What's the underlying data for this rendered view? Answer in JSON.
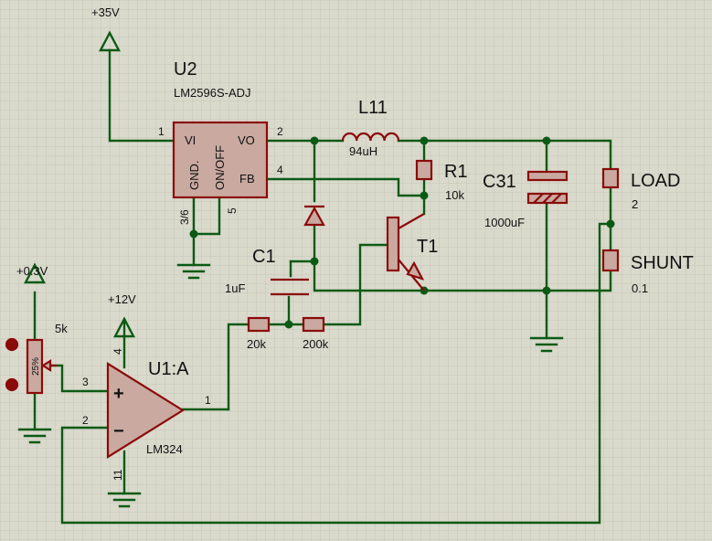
{
  "power": {
    "v35": "+35V",
    "v12": "+12V",
    "v03": "+0.3V"
  },
  "u2": {
    "ref": "U2",
    "part": "LM2596S-ADJ",
    "pin_vi": "VI",
    "pin_vo": "VO",
    "pin_fb": "FB",
    "pin_gnd": "GND.",
    "pin_onoff": "ON/OFF",
    "num1": "1",
    "num2": "2",
    "num4": "4",
    "num36": "3/6",
    "num5": "5"
  },
  "l11": {
    "ref": "L11",
    "value": "94uH"
  },
  "r1": {
    "ref": "R1",
    "value": "10k"
  },
  "c31": {
    "ref": "C31",
    "value": "1000uF"
  },
  "c1": {
    "ref": "C1",
    "value": "1uF"
  },
  "t1": {
    "ref": "T1"
  },
  "load": {
    "ref": "LOAD",
    "value": "2"
  },
  "shunt": {
    "ref": "SHUNT",
    "value": "0.1"
  },
  "r20k": {
    "value": "20k"
  },
  "r200k": {
    "value": "200k"
  },
  "pot": {
    "value": "5k",
    "wiper": "25%"
  },
  "u1": {
    "ref": "U1:A",
    "part": "LM324",
    "plus": "+",
    "minus": "−",
    "num3": "3",
    "num2": "2",
    "num1": "1",
    "num4": "4",
    "num11": "11"
  },
  "colors": {
    "wire": "#0b5a14",
    "component": "#8b0a0a",
    "background": "#d9d9cc",
    "grid": "#c6c6b8"
  }
}
